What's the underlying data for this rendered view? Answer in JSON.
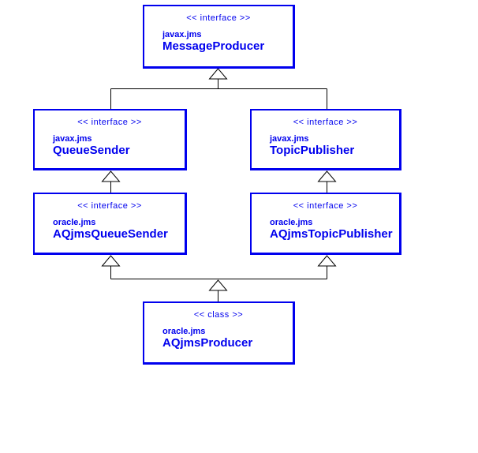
{
  "diagram": {
    "type": "uml-class-diagram",
    "colors": {
      "node_border": "#0000ee",
      "node_text": "#0000ee",
      "connector": "#000000",
      "background": "#ffffff"
    },
    "nodes": [
      {
        "id": "message-producer",
        "stereotype": "<< interface >>",
        "package": "javax.jms",
        "name": "MessageProducer"
      },
      {
        "id": "queue-sender",
        "stereotype": "<< interface >>",
        "package": "javax.jms",
        "name": "QueueSender"
      },
      {
        "id": "topic-publisher",
        "stereotype": "<< interface >>",
        "package": "javax.jms",
        "name": "TopicPublisher"
      },
      {
        "id": "aqjms-queue-sender",
        "stereotype": "<< interface >>",
        "package": "oracle.jms",
        "name": "AQjmsQueueSender"
      },
      {
        "id": "aqjms-topic-publisher",
        "stereotype": "<< interface >>",
        "package": "oracle.jms",
        "name": "AQjmsTopicPublisher"
      },
      {
        "id": "aqjms-producer",
        "stereotype": "<< class >>",
        "package": "oracle.jms",
        "name": "AQjmsProducer"
      }
    ],
    "relations": [
      {
        "from": "queue-sender",
        "to": "message-producer",
        "kind": "generalization"
      },
      {
        "from": "topic-publisher",
        "to": "message-producer",
        "kind": "generalization"
      },
      {
        "from": "aqjms-queue-sender",
        "to": "queue-sender",
        "kind": "generalization"
      },
      {
        "from": "aqjms-topic-publisher",
        "to": "topic-publisher",
        "kind": "generalization"
      },
      {
        "from": "aqjms-producer",
        "to": "aqjms-queue-sender",
        "kind": "generalization"
      },
      {
        "from": "aqjms-producer",
        "to": "aqjms-topic-publisher",
        "kind": "generalization"
      }
    ]
  }
}
